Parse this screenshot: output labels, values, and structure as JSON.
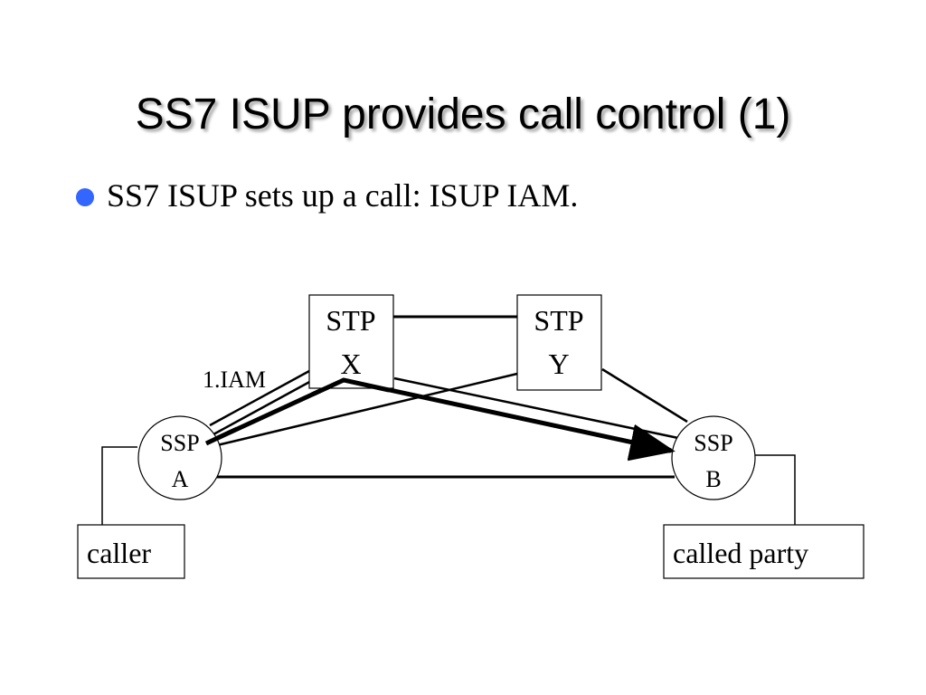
{
  "slide": {
    "title": "SS7 ISUP provides call control (1)",
    "bullets": [
      {
        "text": "SS7 ISUP sets up a call: ISUP IAM.",
        "bullet_color": "#3366ff"
      }
    ]
  },
  "diagram": {
    "nodes": {
      "stp_x": {
        "line1": "STP",
        "line2": "X"
      },
      "stp_y": {
        "line1": "STP",
        "line2": "Y"
      },
      "ssp_a": {
        "line1": "SSP",
        "line2": "A"
      },
      "ssp_b": {
        "line1": "SSP",
        "line2": "B"
      },
      "caller": {
        "label": "caller"
      },
      "called_party": {
        "label": "called party"
      }
    },
    "edge_labels": {
      "iam": "1.IAM"
    },
    "message_path": [
      "SSP A",
      "STP X",
      "SSP B"
    ]
  }
}
